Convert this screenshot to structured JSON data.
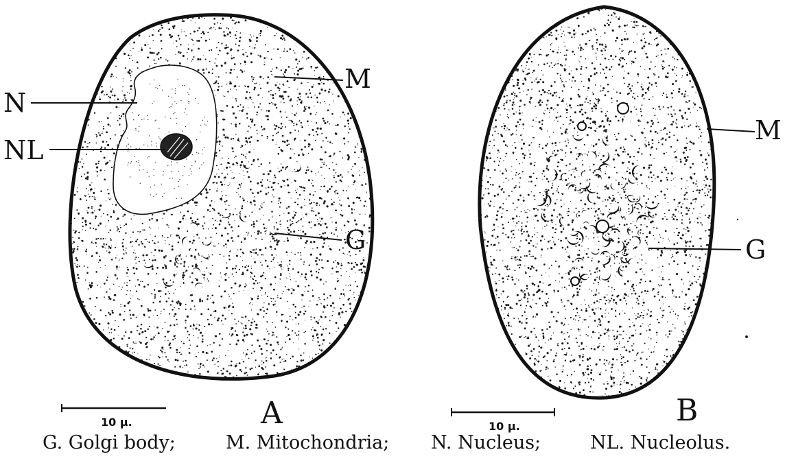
{
  "panels": [
    {
      "id": "A",
      "letter": "A",
      "scale_bar": "10 µ.",
      "labels": {
        "nucleus": "N",
        "nucleolus": "NL",
        "mitochondria": "M",
        "golgi": "G"
      }
    },
    {
      "id": "B",
      "letter": "B",
      "scale_bar": "10 µ.",
      "labels": {
        "mitochondria": "M",
        "golgi": "G"
      }
    }
  ],
  "legend": {
    "golgi": "G. Golgi body;",
    "mitochondria": "M. Mitochondria;",
    "nucleus": "N. Nucleus;",
    "nucleolus": "NL. Nucleolus."
  },
  "colors": {
    "ink": "#111111",
    "paper": "#ffffff"
  }
}
